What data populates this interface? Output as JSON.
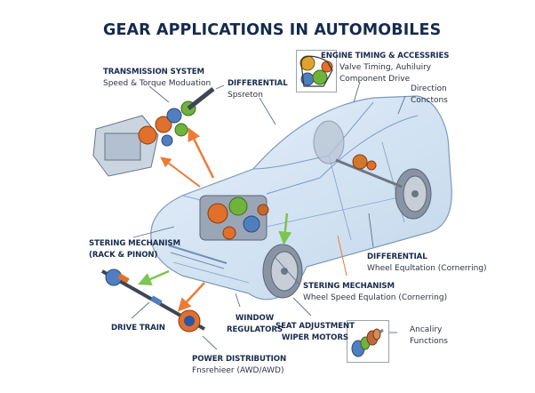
{
  "title": "GEAR APPLICATIONS IN AUTOMOBILES",
  "labels": {
    "transmission": {
      "heading": "TRANSMISSION SYSTEM",
      "sub": "Speed & Torque Moduation"
    },
    "differential_top": {
      "heading": "DIFFERENTIAL",
      "sub": "Spsreton"
    },
    "engine_timing": {
      "heading": "ENGINE TIMING & ACCESSRIES",
      "sub1": "Valve Timing, Auhiluiry",
      "sub2": "Component Drive"
    },
    "direction": {
      "line1": "Direction",
      "line2": "Conctons"
    },
    "steering_rack": {
      "line1": "STERING MECHANISM",
      "line2": "(RACK & PINON)"
    },
    "differential_right": {
      "heading": "DIFFERENTIAL",
      "sub": "Wheel Equltation (Cornerring)"
    },
    "steering_wheel_speed": {
      "heading": "STERING MECHANISM",
      "sub": "Wheel Speed Equlation (Cornerring)"
    },
    "drive_train": {
      "heading": "DRIVE TRAIN"
    },
    "window_regulators": {
      "line1": "WINDOW",
      "line2": "REGULATORS"
    },
    "seat_adjustment": {
      "line1": "SEAT ADJUSTMENT",
      "line2": "WIPER MOTORS"
    },
    "ancillary": {
      "line1": "Ancaliry",
      "line2": "Functions"
    },
    "power_distribution": {
      "heading": "POWER DISTRIBUTION",
      "sub": "Fnsrehieer (AWD/AWD)"
    }
  },
  "colors": {
    "title": "#152a4e",
    "car_body": "#c9dcef",
    "car_outline": "#6f8fb3",
    "gear_orange": "#e0702c",
    "gear_green": "#6fb33a",
    "gear_blue": "#4f7fc0",
    "arrow_orange": "#ee7a35",
    "arrow_green": "#7bc653",
    "leader": "#5a6f8f"
  }
}
